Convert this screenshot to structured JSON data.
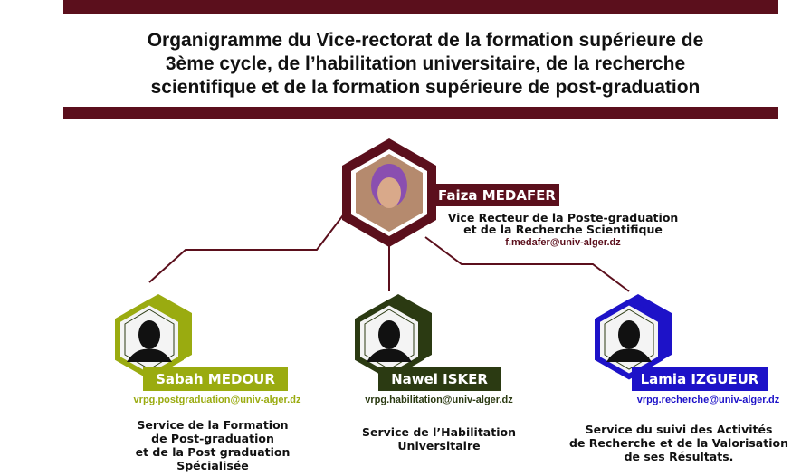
{
  "title": {
    "line1": "Organigramme du Vice-rectorat  de la formation supérieure de",
    "line2": "3ème cycle, de l’habilitation universitaire, de la recherche",
    "line3": "scientifique et de la formation supérieure de post-graduation"
  },
  "head": {
    "name": "Faiza MEDAFER",
    "role1": "Vice Recteur de la Poste-graduation",
    "role2": "et de la Recherche Scientifique",
    "email": "f.medafer@univ-alger.dz",
    "color": "#5b0f1c"
  },
  "members": [
    {
      "name": "Sabah MEDOUR",
      "email": "vrpg.postgraduation@univ-alger.dz",
      "service": [
        "Service de la Formation",
        "de Post-graduation",
        "et de la Post graduation",
        "Spécialisée"
      ],
      "color": "#9aab10"
    },
    {
      "name": "Nawel ISKER",
      "email": "vrpg.habilitation@univ-alger.dz",
      "service": [
        "Service de l’Habilitation",
        "Universitaire"
      ],
      "color": "#2b3a12"
    },
    {
      "name": "Lamia IZGUEUR",
      "email": "vrpg.recherche@univ-alger.dz",
      "service": [
        "Service du suivi des Activités",
        "de Recherche et de la Valorisation",
        "de ses Résultats."
      ],
      "color": "#1d12c8"
    }
  ]
}
